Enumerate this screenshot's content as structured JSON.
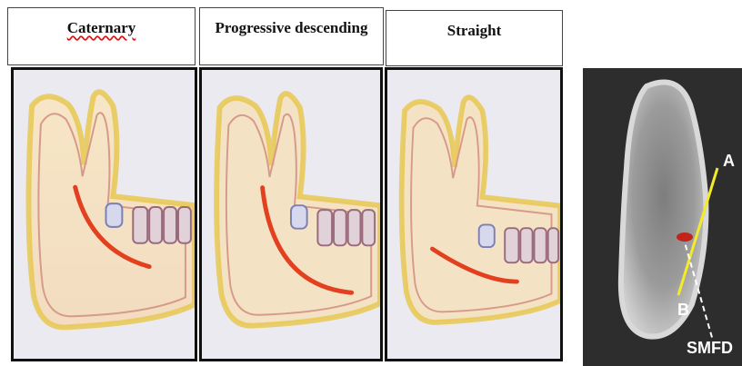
{
  "columns": [
    {
      "label": "Caternary"
    },
    {
      "label": "Progressive descending"
    },
    {
      "label": "Straight"
    }
  ],
  "ct_labels": {
    "a": "A",
    "b": "B",
    "smfd": "SMFD"
  },
  "colors": {
    "canal": "#e2401e",
    "bone_outline": "#e7c64a",
    "ct_background": "#2a2a2a",
    "line_ab": "#f2ea2a"
  }
}
